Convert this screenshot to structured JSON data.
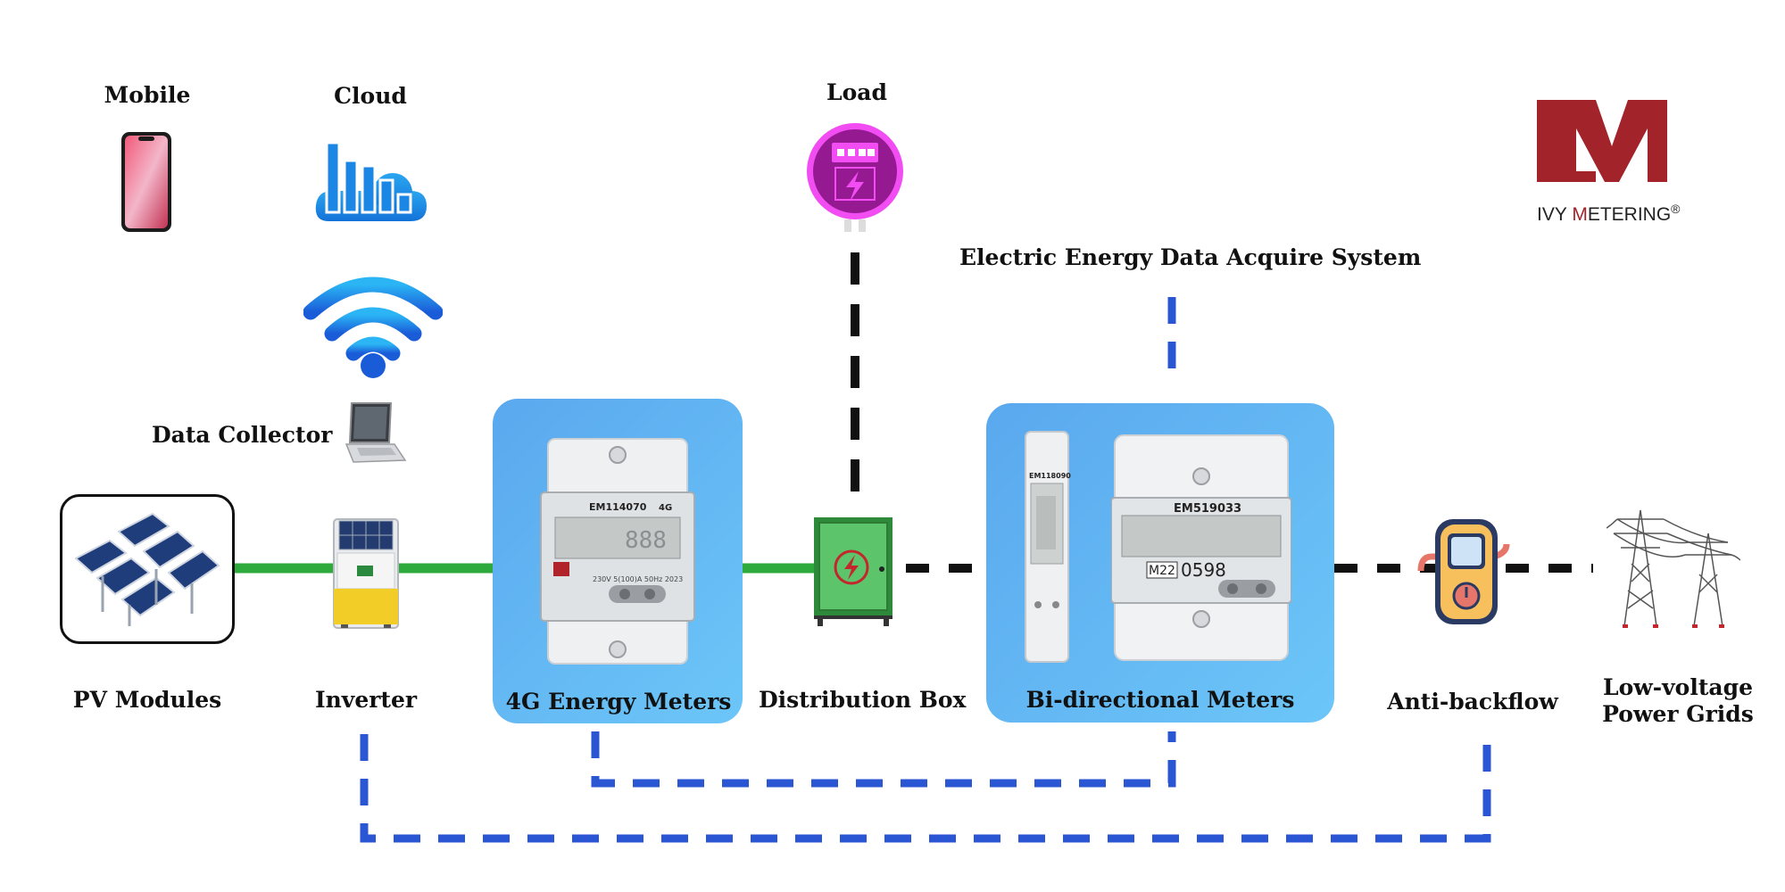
{
  "labels": {
    "mobile": "Mobile",
    "cloud": "Cloud",
    "load": "Load",
    "system": "Electric Energy Data Acquire System",
    "data_collector": "Data Collector",
    "pv_modules": "PV Modules",
    "inverter": "Inverter",
    "meters_4g": "4G Energy Meters",
    "distribution_box": "Distribution Box",
    "bidirectional": "Bi-directional Meters",
    "anti_backflow": "Anti-backflow",
    "grids_line1": "Low-voltage",
    "grids_line2": "Power Grids"
  },
  "brand": {
    "name_prefix": "IVY ",
    "name_m": "M",
    "name_suffix": "ETERING",
    "registered": "®"
  },
  "meters": {
    "em114070": {
      "model": "EM114070",
      "tag": "4G",
      "rating": "230V  5(100)A 50Hz  2023",
      "display": "888"
    },
    "em118090": {
      "model": "EM118090"
    },
    "em519033": {
      "model": "EM519033",
      "code": "0598",
      "badge": "M22"
    }
  },
  "colors": {
    "ac_line": "#2eaa3c",
    "grid_line": "#111111",
    "data_line": "#2a55d3",
    "panel": "#5fb4f2",
    "brand_red": "#a3232a"
  },
  "icons": [
    "phone-icon",
    "cloud-chart-icon",
    "wifi-icon",
    "laptop-icon",
    "load-icon",
    "solar-panel-icon",
    "inverter-icon",
    "distribution-box-icon",
    "anti-backflow-icon",
    "transmission-tower-icon"
  ]
}
